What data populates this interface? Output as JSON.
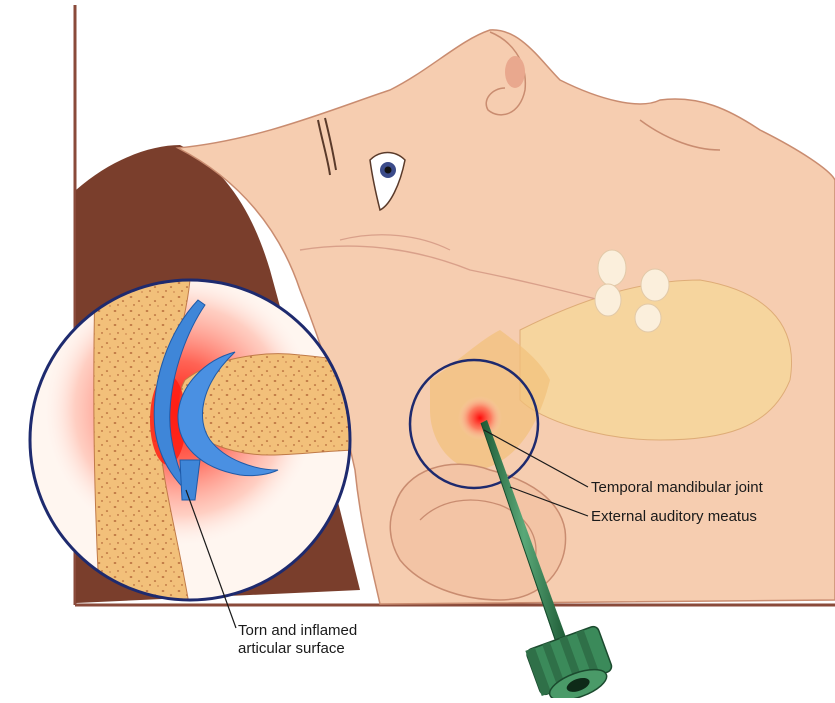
{
  "labels": {
    "temporal_mandibular_joint": "Temporal mandibular joint",
    "external_auditory_meatus": "External auditory meatus",
    "torn_line1": "Torn and inflamed",
    "torn_line2": "articular surface"
  },
  "colors": {
    "frame": "#8a4a3a",
    "skin": "#f6cdb0",
    "skin_shadow": "#e9b597",
    "hair": "#7a3e2c",
    "bone": "#f2c17a",
    "bone_pores": "#b0683a",
    "cartilage": "#3f86d8",
    "inflammation": "#e8201c",
    "circle": "#1e2a6e",
    "needle": "#2f7d4e",
    "hub": "#3b8a5a"
  }
}
